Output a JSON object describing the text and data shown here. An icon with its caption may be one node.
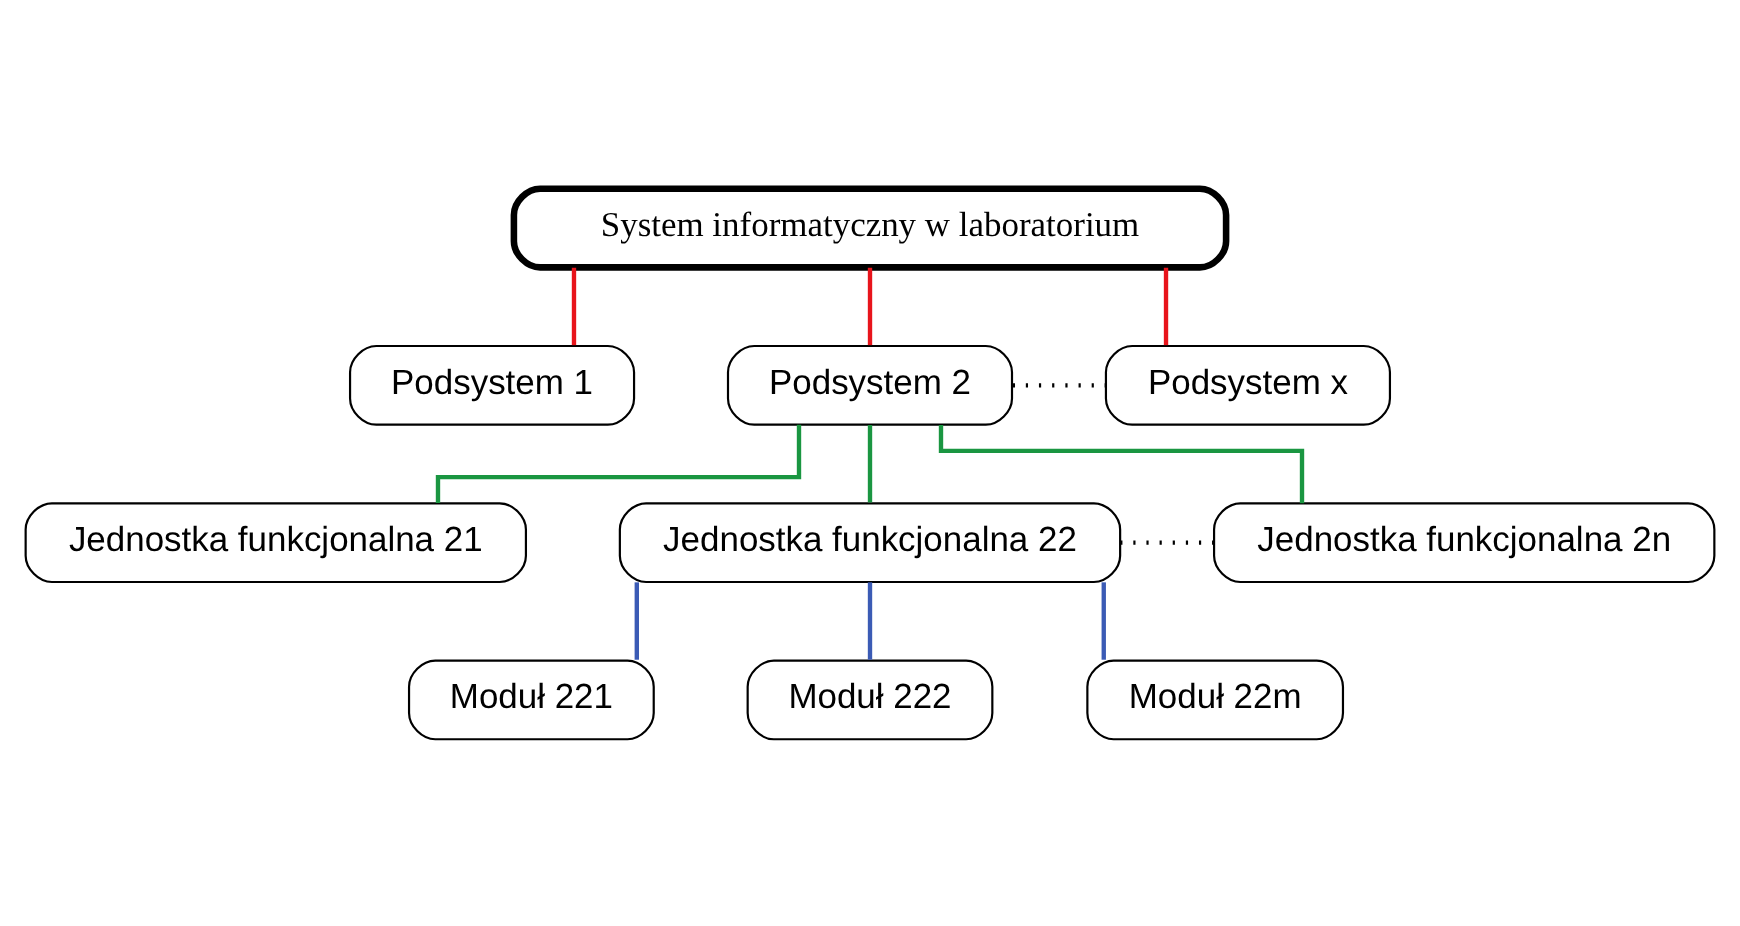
{
  "diagram": {
    "nodes": [
      {
        "text": [
          "System informatyczny w laboratorium"
        ]
      },
      {
        "text": [
          "Podsystem 1"
        ]
      },
      {
        "text": [
          "Podsystem 2"
        ]
      },
      {
        "text": [
          "Podsystem x"
        ]
      },
      {
        "text": [
          "Jednostka funkcjonalna 21"
        ]
      },
      {
        "text": [
          "Jednostka funkcjonalna 22"
        ]
      },
      {
        "text": [
          "Jednostka funkcjonalna 2n"
        ]
      },
      {
        "text": [
          "Moduł 221"
        ]
      },
      {
        "text": [
          "Moduł 222"
        ]
      },
      {
        "text": [
          "Moduł 22m"
        ]
      }
    ],
    "edges": [
      {
        "from": 0,
        "to": 1,
        "arrow": "none",
        "color": "#e8141b"
      },
      {
        "from": 0,
        "to": 2,
        "arrow": "none",
        "color": "#e8141b"
      },
      {
        "from": 0,
        "to": 3,
        "arrow": "none",
        "color": "#e8141b"
      },
      {
        "from": 2,
        "to": 3,
        "arrow": "none",
        "style": "dashed",
        "color": "#000000"
      },
      {
        "from": 2,
        "to": 4,
        "arrow": "none",
        "color": "#1a9641"
      },
      {
        "from": 2,
        "to": 5,
        "arrow": "none",
        "color": "#1a9641"
      },
      {
        "from": 2,
        "to": 6,
        "arrow": "none",
        "color": "#1a9641"
      },
      {
        "from": 5,
        "to": 6,
        "arrow": "none",
        "style": "dashed",
        "color": "#000000"
      },
      {
        "from": 5,
        "to": 7,
        "arrow": "none",
        "color": "#3b5bb5"
      },
      {
        "from": 5,
        "to": 8,
        "arrow": "none",
        "color": "#3b5bb5"
      },
      {
        "from": 5,
        "to": 9,
        "arrow": "none",
        "color": "#3b5bb5"
      }
    ]
  }
}
